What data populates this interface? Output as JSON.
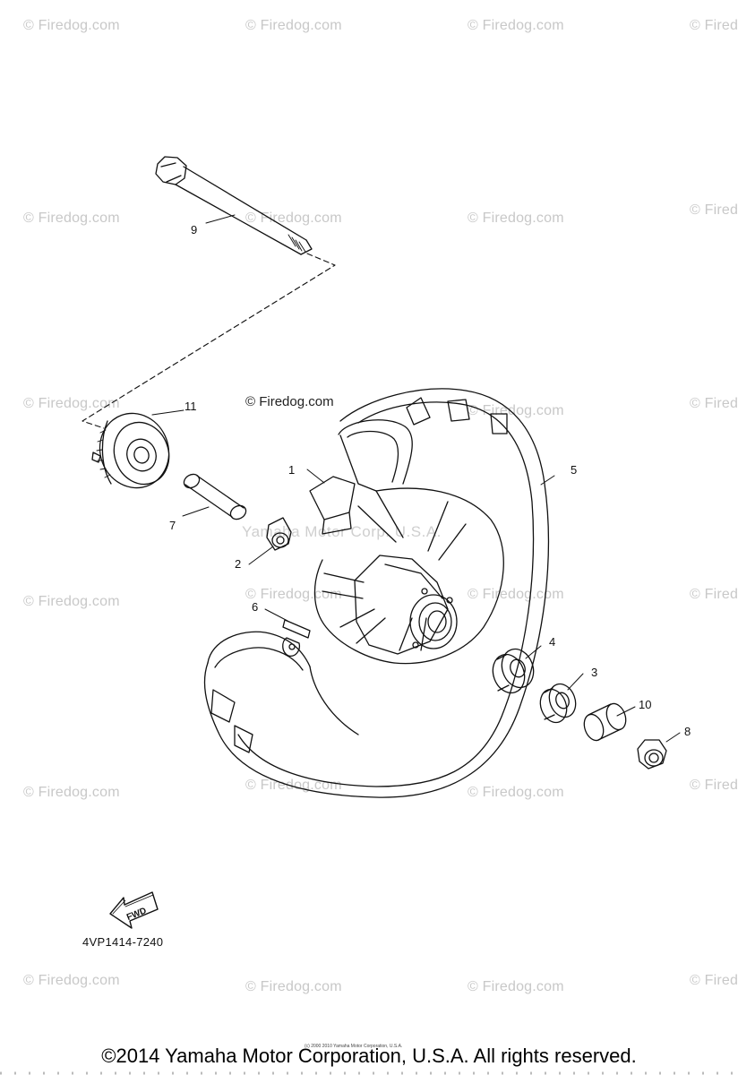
{
  "watermark": {
    "text": "© Firedog.com",
    "center_text": "Yamaha Motor Corp. U.S.A."
  },
  "diagram_label": "© Firedog.com",
  "callouts": {
    "c1": "1",
    "c2": "2",
    "c3": "3",
    "c4": "4",
    "c5": "5",
    "c6": "6",
    "c7": "7",
    "c8": "8",
    "c9": "9",
    "c10": "10",
    "c11": "11"
  },
  "fwd_label": "FWD",
  "part_code": "4VP1414-7240",
  "copyright_small": "(c) 2000 2010 Yamaha Motor Corporation, U.S.A.",
  "copyright": "©2014 Yamaha Motor Corporation, U.S.A. All rights reserved."
}
